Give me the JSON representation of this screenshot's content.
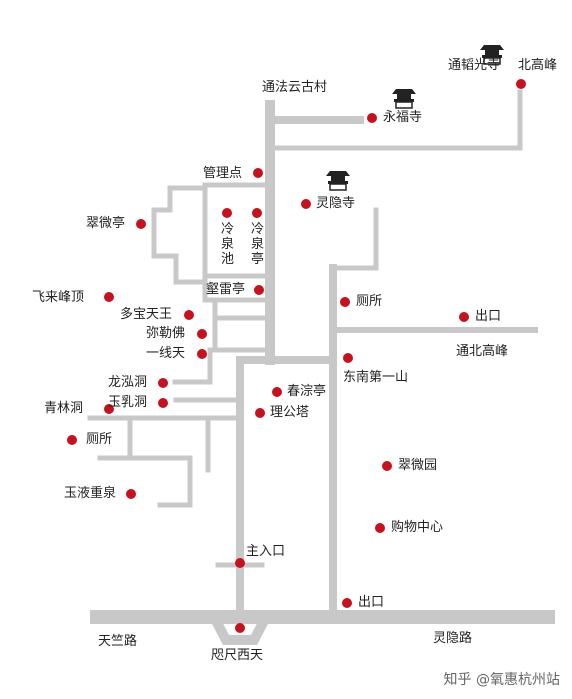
{
  "roads": {
    "tianzhu_road": "天竺路",
    "lingyin_road": "灵隐路",
    "tonghe_yungu_village": "通法云古村",
    "tongbei_gaofeng": "通北高峰"
  },
  "pois": {
    "tongtao_temple": "通韬光寺",
    "north_peak": "北高峰",
    "yongfu_temple": "永福寺",
    "management": "管理点",
    "lingyin_temple": "灵隐寺",
    "cuiwei_pavilion": "翠微亭",
    "lengquan_pool": "冷泉池",
    "lengquan_pavilion": "冷泉亭",
    "feilai_peak_top": "飞来峰顶",
    "hulei_pavilion": "壑雷亭",
    "toilet_1": "厕所",
    "exit_1": "出口",
    "duobao_tianwang": "多宝天王",
    "maitreya": "弥勒佛",
    "yixiantian": "一线天",
    "southeast_first_mountain": "东南第一山",
    "longhong_cave": "龙泓洞",
    "chuncong_pavilion": "春淙亭",
    "qinglin_cave": "青林洞",
    "yuru_cave": "玉乳洞",
    "ligong_pagoda": "理公塔",
    "toilet_2": "厕所",
    "cuiwei_garden": "翠微园",
    "yuye_chongquan": "玉液重泉",
    "shopping_center": "购物中心",
    "main_entrance": "主入口",
    "exit_2": "出口",
    "zhichi_xitian": "咫尺西天"
  },
  "watermark": "知乎 @氧惠杭州站",
  "colors": {
    "road": "#c8c8c8",
    "dot": "#c4121f",
    "text": "#222222"
  },
  "icons": [
    "temple-icon"
  ]
}
